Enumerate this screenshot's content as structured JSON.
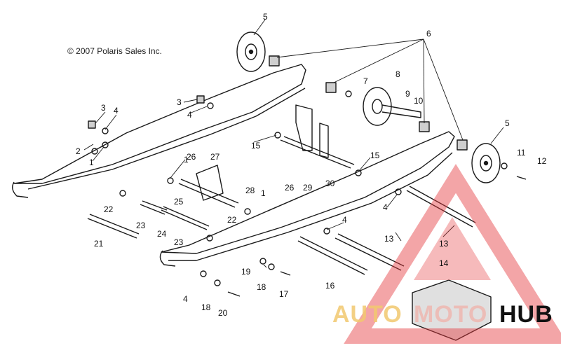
{
  "copyright": "© 2007 Polaris Sales Inc.",
  "watermark": {
    "part1": "AUTO",
    "part2": "MOTO",
    "part3": "HUB",
    "accent": "#e5383b",
    "gold": "#f1c86e"
  },
  "colors": {
    "line": "#1a1a1a",
    "background": "#ffffff"
  },
  "callouts": [
    "5",
    "6",
    "7",
    "8",
    "9",
    "10",
    "5",
    "11",
    "12",
    "3",
    "4",
    "3",
    "4",
    "2",
    "1",
    "15",
    "26",
    "27",
    "1",
    "26",
    "29",
    "30",
    "15",
    "28",
    "1",
    "22",
    "25",
    "23",
    "24",
    "22",
    "21",
    "23",
    "4",
    "4",
    "13",
    "13",
    "14",
    "19",
    "18",
    "17",
    "16",
    "4",
    "18",
    "20"
  ]
}
